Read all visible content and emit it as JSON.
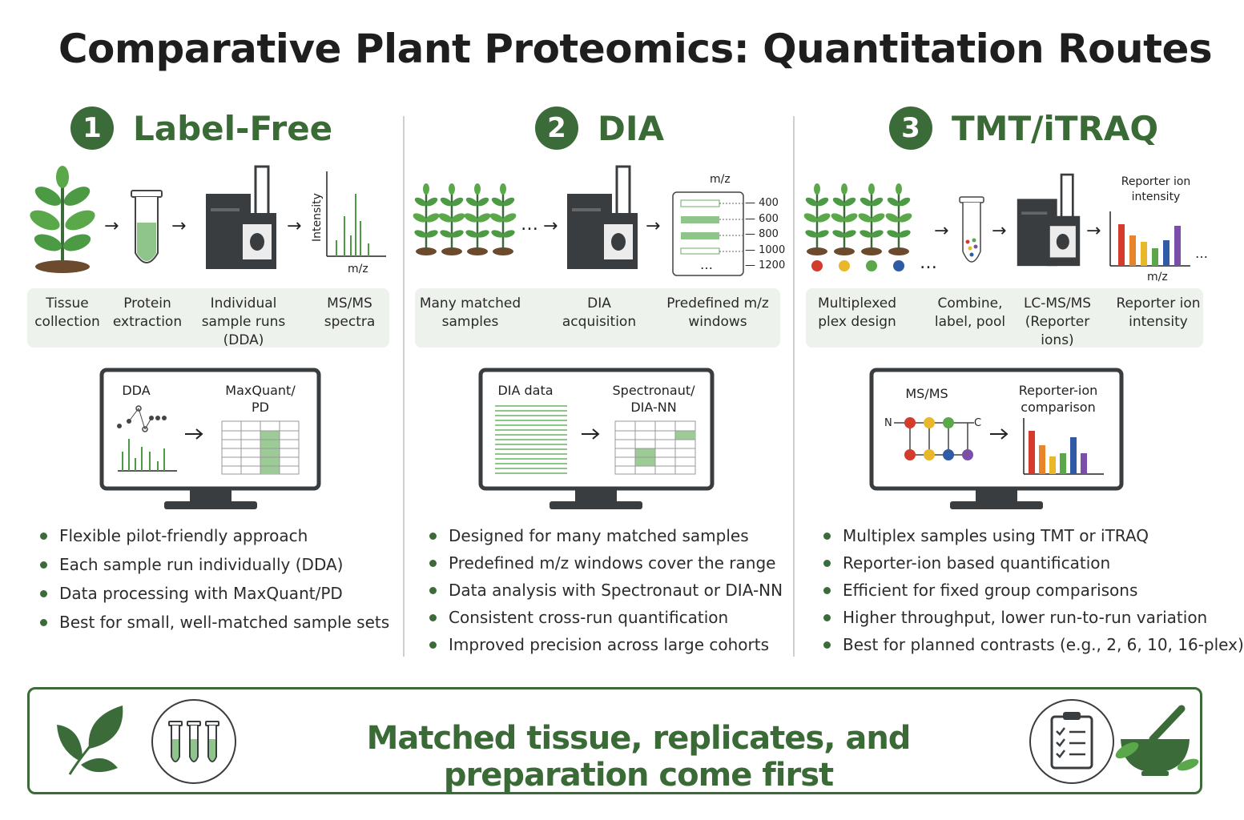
{
  "title": "Comparative Plant Proteomics: Quantitation Routes",
  "columns": [
    {
      "number": "1",
      "title": "Label-Free",
      "axis_y": "Intensity",
      "axis_x": "m/z",
      "steps": [
        [
          "Tissue",
          "collection"
        ],
        [
          "Protein",
          "extraction"
        ],
        [
          "Individual",
          "sample runs",
          "(DDA)"
        ],
        [
          "MS/MS",
          "spectra"
        ]
      ],
      "monitor_left": "DDA",
      "monitor_right": [
        "MaxQuant/",
        "PD"
      ],
      "bullets": [
        "Flexible pilot-friendly approach",
        "Each sample run individually (DDA)",
        "Data processing with MaxQuant/PD",
        "Best for small, well-matched sample sets"
      ]
    },
    {
      "number": "2",
      "title": "DIA",
      "ellipsis": "…",
      "window_axis": "m/z",
      "windows": [
        "400",
        "600",
        "800",
        "1000",
        "1200"
      ],
      "steps": [
        [
          "Many matched",
          "samples"
        ],
        [
          "DIA",
          "acquisition"
        ],
        [
          "Predefined m/z",
          "windows"
        ]
      ],
      "monitor_left": "DIA data",
      "monitor_right": [
        "Spectronaut/",
        "DIA-NN"
      ],
      "bullets": [
        "Designed for many matched samples",
        "Predefined m/z windows cover the range",
        "Data analysis with Spectronaut or DIA-NN",
        "Consistent cross-run quantification",
        "Improved precision across large cohorts"
      ]
    },
    {
      "number": "3",
      "title": "TMT/iTRAQ",
      "ellipsis": "…",
      "chart_title": [
        "Reporter ion",
        "intensity"
      ],
      "chart_axis": "m/z",
      "steps": [
        [
          "Multiplexed",
          "plex design"
        ],
        [
          "Combine,",
          "label, pool"
        ],
        [
          "LC-MS/MS",
          "(Reporter ions)"
        ],
        [
          "Reporter ion",
          "intensity"
        ]
      ],
      "monitor_left": "MS/MS",
      "monitor_right": [
        "Reporter-ion",
        "comparison"
      ],
      "peptide_n": "N",
      "peptide_c": "C",
      "bullets": [
        "Multiplex samples using TMT or iTRAQ",
        "Reporter-ion based quantification",
        "Efficient for fixed group comparisons",
        "Higher throughput, lower run-to-run variation",
        "Best for planned contrasts (e.g., 2, 6, 10, 16-plex)"
      ]
    }
  ],
  "banner": "Matched tissue, replicates, and preparation come first",
  "colors": {
    "green_dark": "#3c6b3a",
    "green_light": "#8fc48a",
    "instrument": "#3a3d3f",
    "tag_red": "#d33b2c",
    "tag_yellow": "#e8b82a",
    "tag_green": "#5aa84a",
    "tag_blue": "#2f5aa6",
    "tag_purple": "#7b4fa8"
  }
}
